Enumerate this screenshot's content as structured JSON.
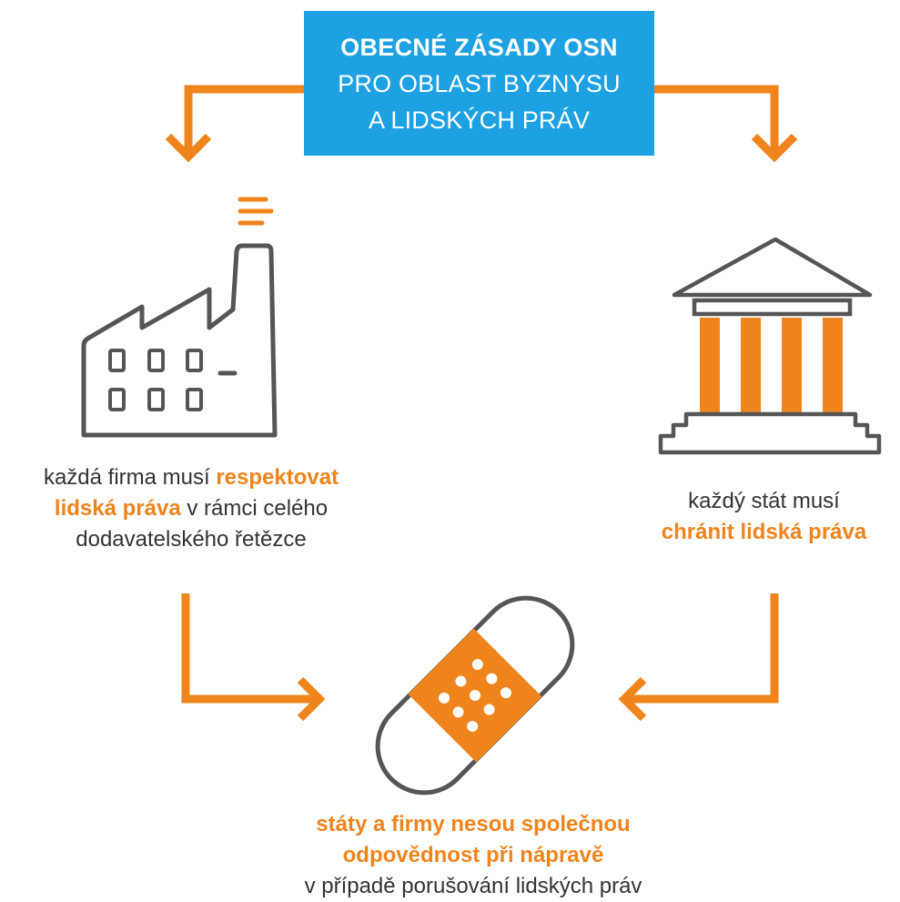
{
  "header": {
    "title_bold": "OBECNÉ ZÁSADY OSN",
    "title_line2": "PRO OBLAST BYZNYSU",
    "title_line3": "A LIDSKÝCH PRÁV"
  },
  "left": {
    "pre": "každá firma musí ",
    "highlight1": "respektovat",
    "highlight2": "lidská práva",
    "post": " v rámci celého",
    "line3": "dodavatelského řetězce"
  },
  "right": {
    "line1": "každý stát musí",
    "highlight": "chránit lidská práva"
  },
  "bottom": {
    "highlight1": "státy a firmy nesou společnou",
    "highlight2": "odpovědnost při nápravě",
    "line3": "v případě porušování lidských práv"
  },
  "colors": {
    "accent": "#f0841c",
    "title_bg": "#1da1e2",
    "outline": "#555555",
    "text": "#333333"
  }
}
